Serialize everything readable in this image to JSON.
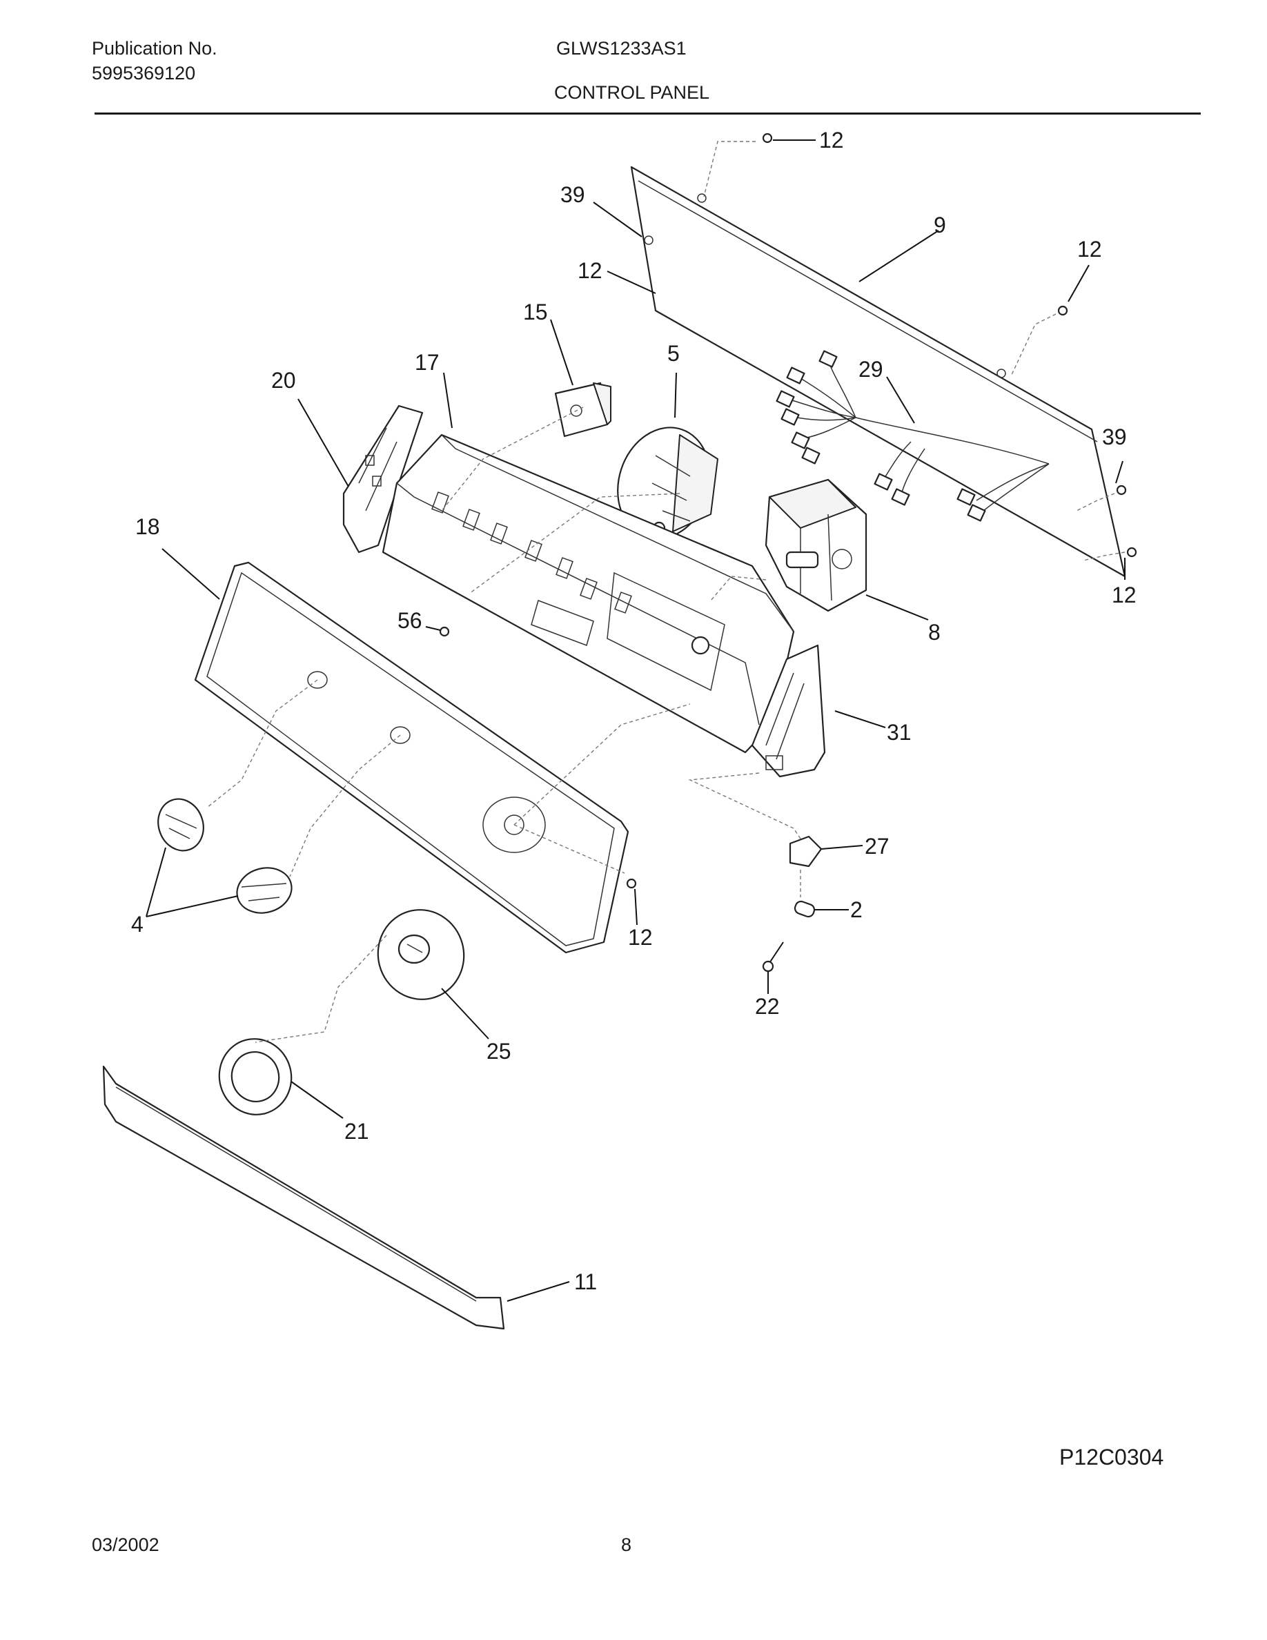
{
  "header": {
    "publication_label": "Publication No.",
    "publication_number": "5995369120",
    "model": "GLWS1233AS1",
    "section_title": "CONTROL PANEL"
  },
  "callouts": {
    "c12_top": "12",
    "c39_top": "39",
    "c9": "9",
    "c12_right_top": "12",
    "c12_left": "12",
    "c15": "15",
    "c5": "5",
    "c29": "29",
    "c17": "17",
    "c20": "20",
    "c39_right": "39",
    "c18": "18",
    "c12_right_bottom": "12",
    "c56": "56",
    "c8": "8",
    "c31": "31",
    "c27": "27",
    "c2": "2",
    "c4": "4",
    "c12_mid": "12",
    "c22": "22",
    "c25": "25",
    "c21": "21",
    "c11": "11"
  },
  "diagram_code": "P12C0304",
  "footer": {
    "date": "03/2002",
    "page": "8"
  }
}
